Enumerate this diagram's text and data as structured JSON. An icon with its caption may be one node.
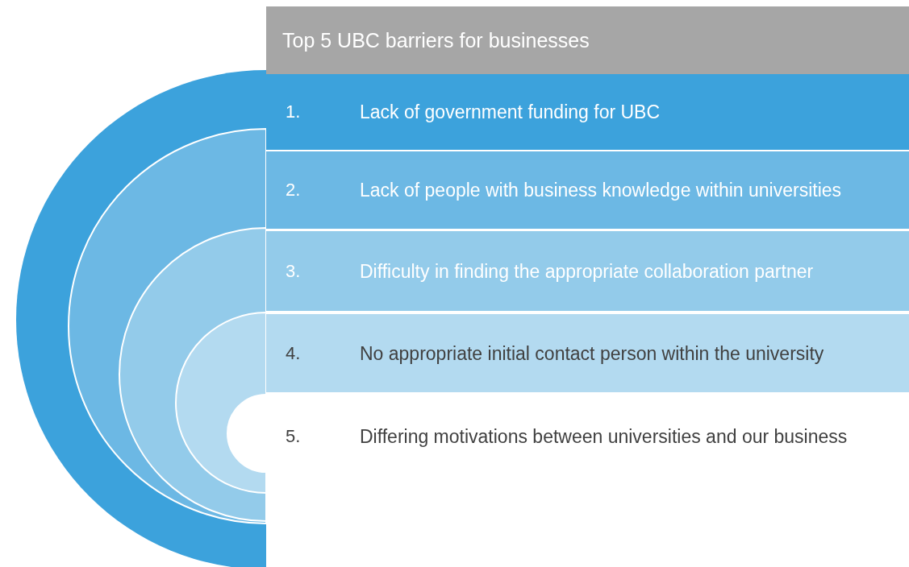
{
  "diagram": {
    "title": "Top 5 UBC barriers for businesses",
    "nodes": [
      {
        "text": [
          "1.",
          "Lack of government funding for UBC"
        ]
      },
      {
        "text": [
          "2.",
          "Lack of people with business knowledge within universities"
        ]
      },
      {
        "text": [
          "3.",
          "Difficulty in finding the appropriate collaboration partner"
        ]
      },
      {
        "text": [
          "4.",
          "No appropriate initial contact person within the university"
        ]
      },
      {
        "text": [
          "5.",
          "Differing motivations between universities and our business"
        ]
      }
    ]
  }
}
